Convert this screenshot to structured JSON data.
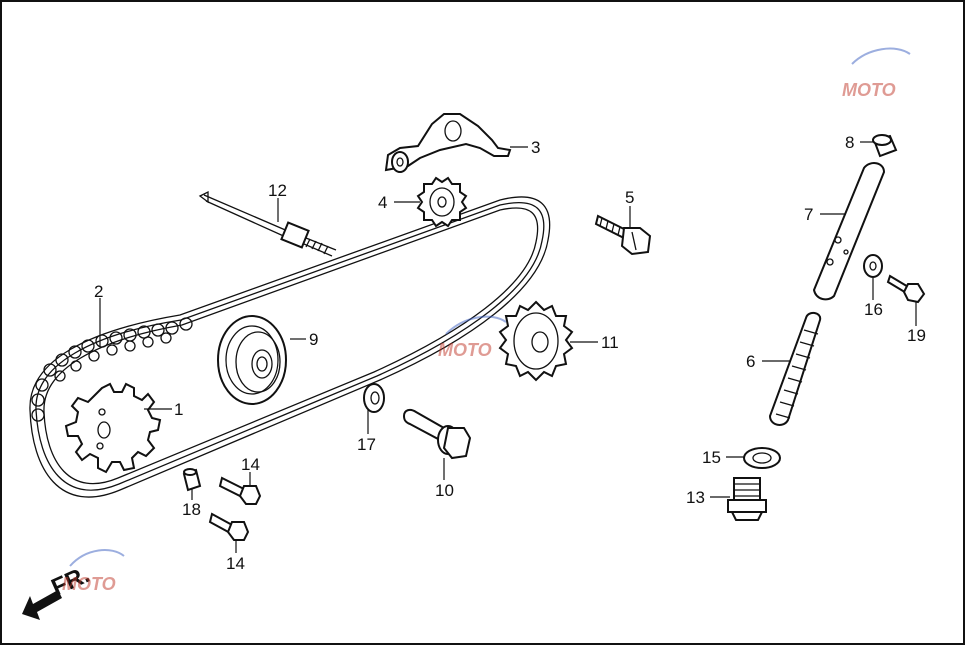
{
  "diagram": {
    "direction_label": "FR.",
    "watermark": "MOTO",
    "callouts": [
      {
        "key": "p1",
        "label": "1"
      },
      {
        "key": "p2",
        "label": "2"
      },
      {
        "key": "p3",
        "label": "3"
      },
      {
        "key": "p4",
        "label": "4"
      },
      {
        "key": "p5",
        "label": "5"
      },
      {
        "key": "p6",
        "label": "6"
      },
      {
        "key": "p7",
        "label": "7"
      },
      {
        "key": "p8",
        "label": "8"
      },
      {
        "key": "p9",
        "label": "9"
      },
      {
        "key": "p10",
        "label": "10"
      },
      {
        "key": "p11",
        "label": "11"
      },
      {
        "key": "p12",
        "label": "12"
      },
      {
        "key": "p13",
        "label": "13"
      },
      {
        "key": "p14a",
        "label": "14"
      },
      {
        "key": "p14b",
        "label": "14"
      },
      {
        "key": "p15",
        "label": "15"
      },
      {
        "key": "p16",
        "label": "16"
      },
      {
        "key": "p17",
        "label": "17"
      },
      {
        "key": "p18",
        "label": "18"
      },
      {
        "key": "p19",
        "label": "19"
      }
    ],
    "colors": {
      "line": "#111111",
      "background": "#ffffff",
      "watermark_red": "#c0392b",
      "watermark_blue": "#3b5fc0"
    }
  }
}
